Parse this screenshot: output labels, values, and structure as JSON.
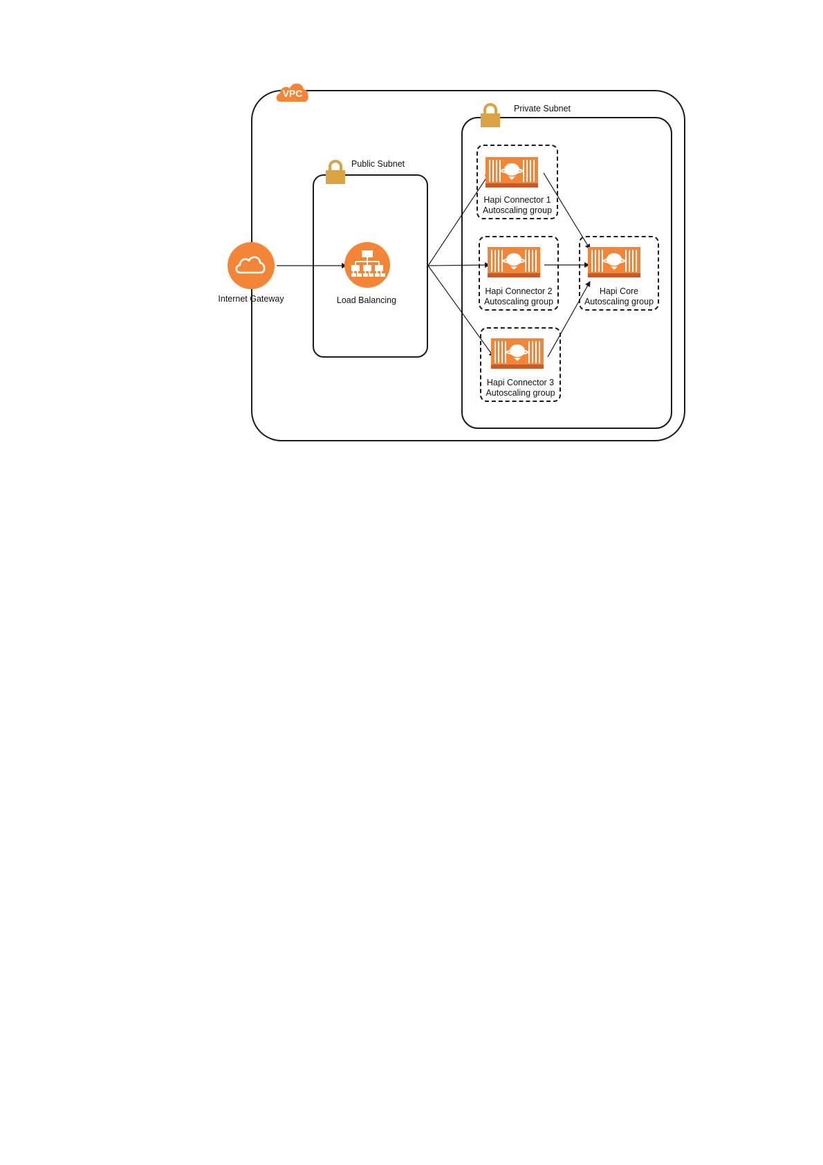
{
  "vpc": {
    "label": "VPC"
  },
  "public_subnet": {
    "label": "Public Subnet"
  },
  "private_subnet": {
    "label": "Private Subnet"
  },
  "internet_gateway": {
    "label": "Internet Gateway"
  },
  "load_balancer": {
    "label": "Load Balancing"
  },
  "groups": [
    {
      "line1": "Hapi Connector 1",
      "line2": "Autoscaling group"
    },
    {
      "line1": "Hapi Connector 2",
      "line2": "Autoscaling group"
    },
    {
      "line1": "Hapi Connector 3",
      "line2": "Autoscaling group"
    },
    {
      "line1": "Hapi Core",
      "line2": "Autoscaling group"
    }
  ],
  "colors": {
    "accent": "#f58536",
    "lock": "#d9a441",
    "line": "#1a1a1a"
  },
  "icons": {
    "gateway": "cloud-icon",
    "load_balancer": "hierarchy-icon",
    "instance": "container-icon",
    "subnet": "lock-icon",
    "vpc": "vpc-cloud-badge"
  }
}
